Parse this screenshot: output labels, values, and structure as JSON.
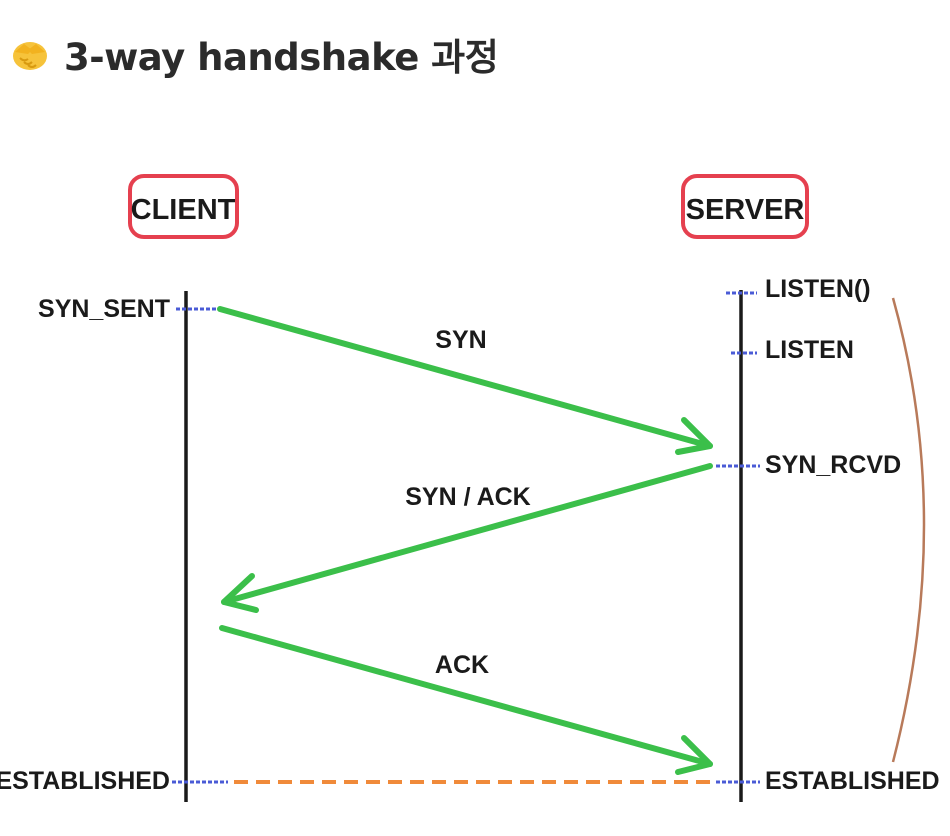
{
  "heading": {
    "icon": "handshake-icon",
    "title": "3-way handshake 과정"
  },
  "diagram": {
    "client_label": "CLIENT",
    "server_label": "SERVER",
    "client_states": {
      "syn_sent": "SYN_SENT",
      "established": "ESTABLISHED"
    },
    "server_states": {
      "listen_call": "LISTEN()",
      "listen": "LISTEN",
      "syn_rcvd": "SYN_RCVD",
      "established": "ESTABLISHED"
    },
    "messages": {
      "syn": "SYN",
      "syn_ack": "SYN / ACK",
      "ack": "ACK"
    },
    "colors": {
      "arrow": "#3bbf4a",
      "box_border": "#e5404f",
      "tick": "#4a5bd6",
      "dashed": "#f08a3a",
      "brace": "#b87a5a",
      "lifeline": "#1a1a1a"
    }
  }
}
